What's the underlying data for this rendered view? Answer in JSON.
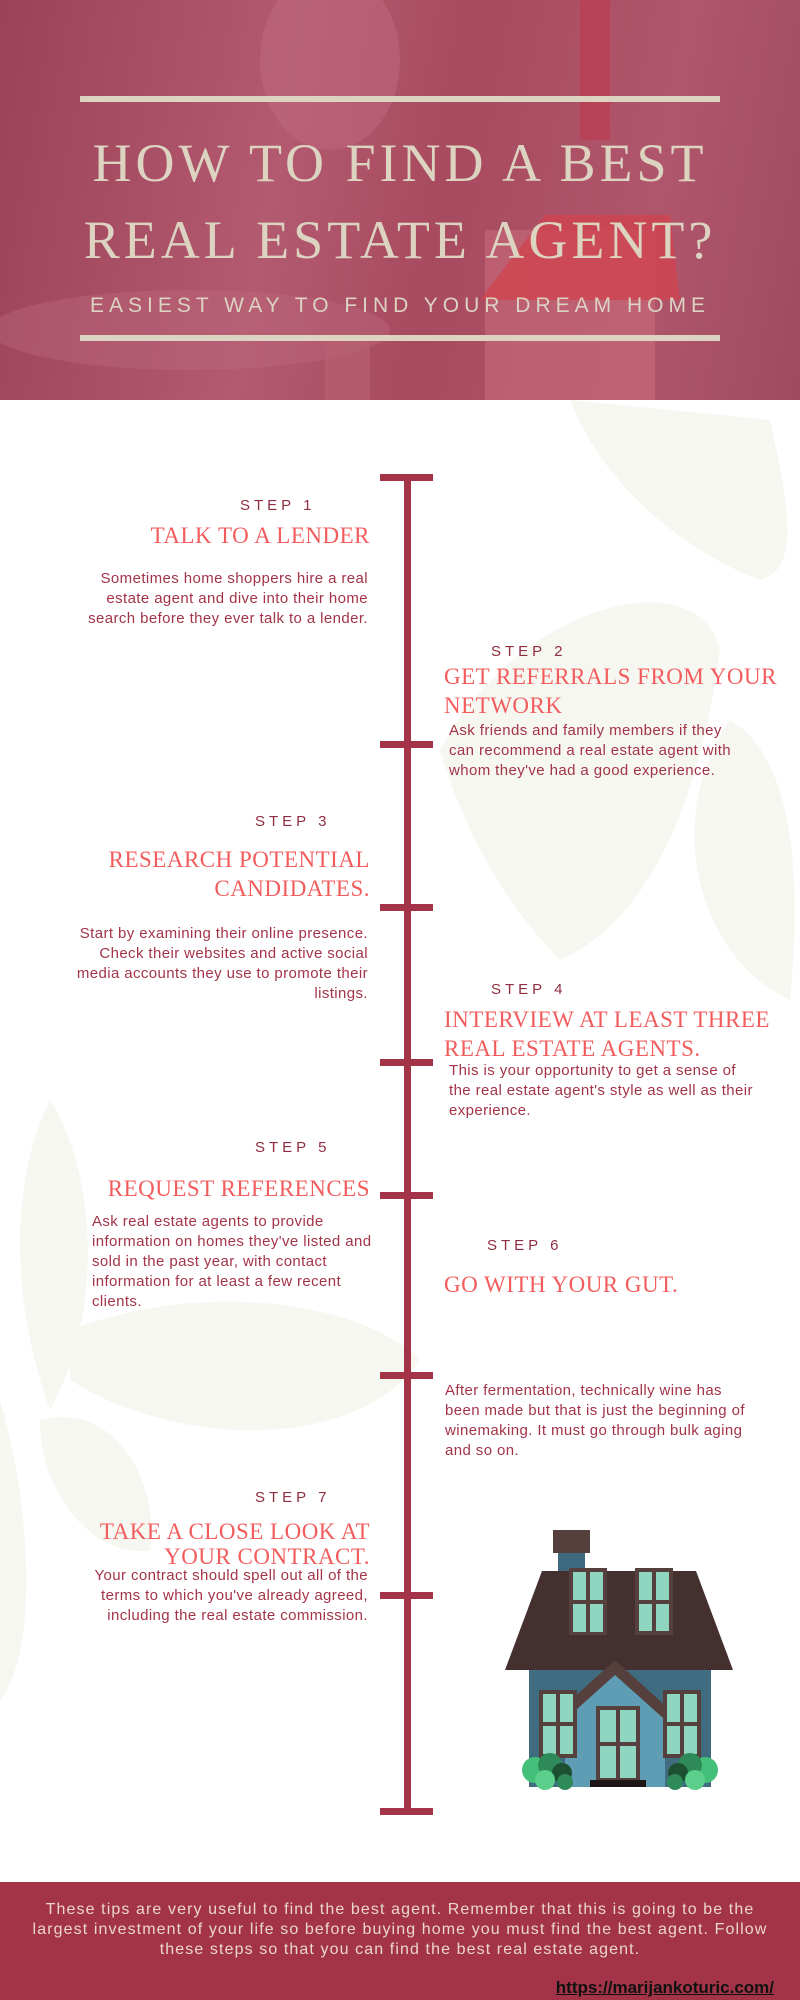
{
  "header": {
    "title_line1": "HOW TO FIND A BEST",
    "title_line2": "REAL ESTATE AGENT?",
    "subtitle": "EASIEST WAY TO FIND YOUR DREAM HOME"
  },
  "steps": [
    {
      "label": "STEP 1",
      "title": "TALK TO A LENDER",
      "body": "Sometimes home shoppers hire a real estate agent and dive into their home search before they ever talk to a lender."
    },
    {
      "label": "STEP 2",
      "title": "GET REFERRALS FROM YOUR NETWORK",
      "body": "Ask friends and family members if they can recommend a real estate agent with whom they've had a good experience."
    },
    {
      "label": "STEP 3",
      "title": "RESEARCH POTENTIAL CANDIDATES.",
      "body": "Start by examining their online presence. Check their websites and active social media accounts they use to promote their listings."
    },
    {
      "label": "STEP 4",
      "title": "INTERVIEW AT LEAST THREE REAL ESTATE AGENTS.",
      "body": "This is your opportunity to get a sense of the real estate agent's style as well as their experience."
    },
    {
      "label": "STEP 5",
      "title": "REQUEST REFERENCES",
      "body": "Ask real estate agents to provide information on homes they've listed and sold in the past year, with contact information for at least a few recent clients."
    },
    {
      "label": "STEP 6",
      "title": "GO WITH YOUR GUT.",
      "body": "After fermentation, technically wine has been made but that is just the beginning of winemaking. It must go through bulk aging and so on."
    },
    {
      "label": "STEP 7",
      "title": "TAKE A CLOSE LOOK AT YOUR CONTRACT.",
      "body": "Your contract should spell out all of the terms to which you've already agreed, including the real estate commission."
    }
  ],
  "footer": {
    "text": "These tips are very useful to find the best agent. Remember that this is going to be the largest investment of your life so before buying home you must find the best agent. Follow these steps so that you can find the best real estate agent.",
    "link": "https://marijankoturic.com/"
  },
  "colors": {
    "accent": "#a33448",
    "title": "#f25c5c",
    "header_text": "#dcd3c1"
  }
}
